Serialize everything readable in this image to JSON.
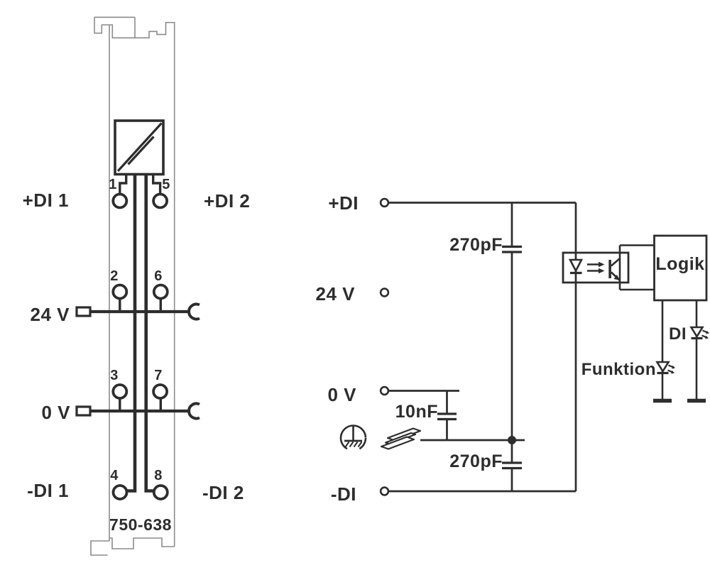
{
  "module": {
    "part_number": "750-638",
    "labels": {
      "plus_di_1": "+DI 1",
      "supply_24v": "24 V",
      "supply_0v": "0 V",
      "minus_di_1": "-DI 1",
      "plus_di_2": "+DI 2",
      "minus_di_2": "-DI 2"
    },
    "terminal_numbers": [
      "1",
      "2",
      "3",
      "4",
      "5",
      "6",
      "7",
      "8"
    ]
  },
  "schematic": {
    "labels": {
      "plus_di": "+DI",
      "supply_24v": "24 V",
      "supply_0v": "0 V",
      "minus_di": "-DI",
      "logic": "Logik",
      "led_di": "DI",
      "led_function": "Funktion"
    },
    "components": {
      "cap_top": "270pF",
      "cap_middle": "10nF",
      "cap_bottom": "270pF"
    },
    "icons": [
      "optocoupler-icon",
      "npn-transistor-icon",
      "led-icon",
      "capacitor-icon",
      "functional-earth-icon",
      "din-rail-icon"
    ]
  },
  "colors": {
    "line": "#2d2d2d",
    "outline": "#8c8c8c",
    "background": "#ffffff"
  }
}
